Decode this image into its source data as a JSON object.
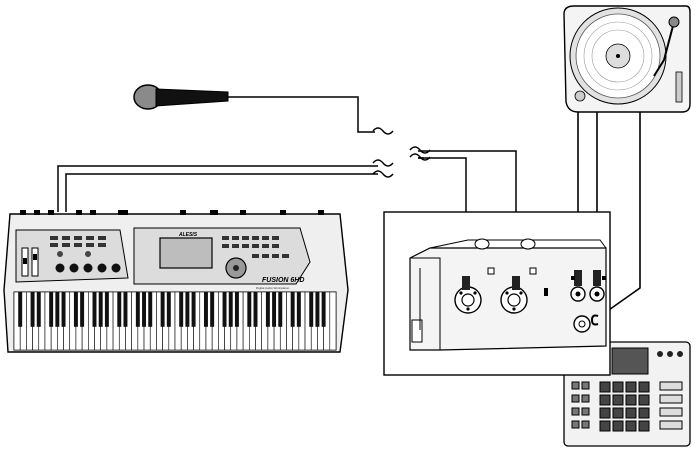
{
  "keyboard": {
    "brand_label": "ALESIS",
    "model_label": "FUSION 6HD",
    "subtitle": "Digital Audio Workstation",
    "white_key_count": 52
  },
  "interface_box": {
    "combo_jack_count": 2,
    "phono_jack_count": 2
  },
  "devices": [
    "microphone",
    "keyboard",
    "turntable",
    "audio-interface",
    "drum-machine"
  ],
  "colors": {
    "line": "#000000",
    "device_fill": "#f2f2f2",
    "panel": "#d9d9d9"
  }
}
